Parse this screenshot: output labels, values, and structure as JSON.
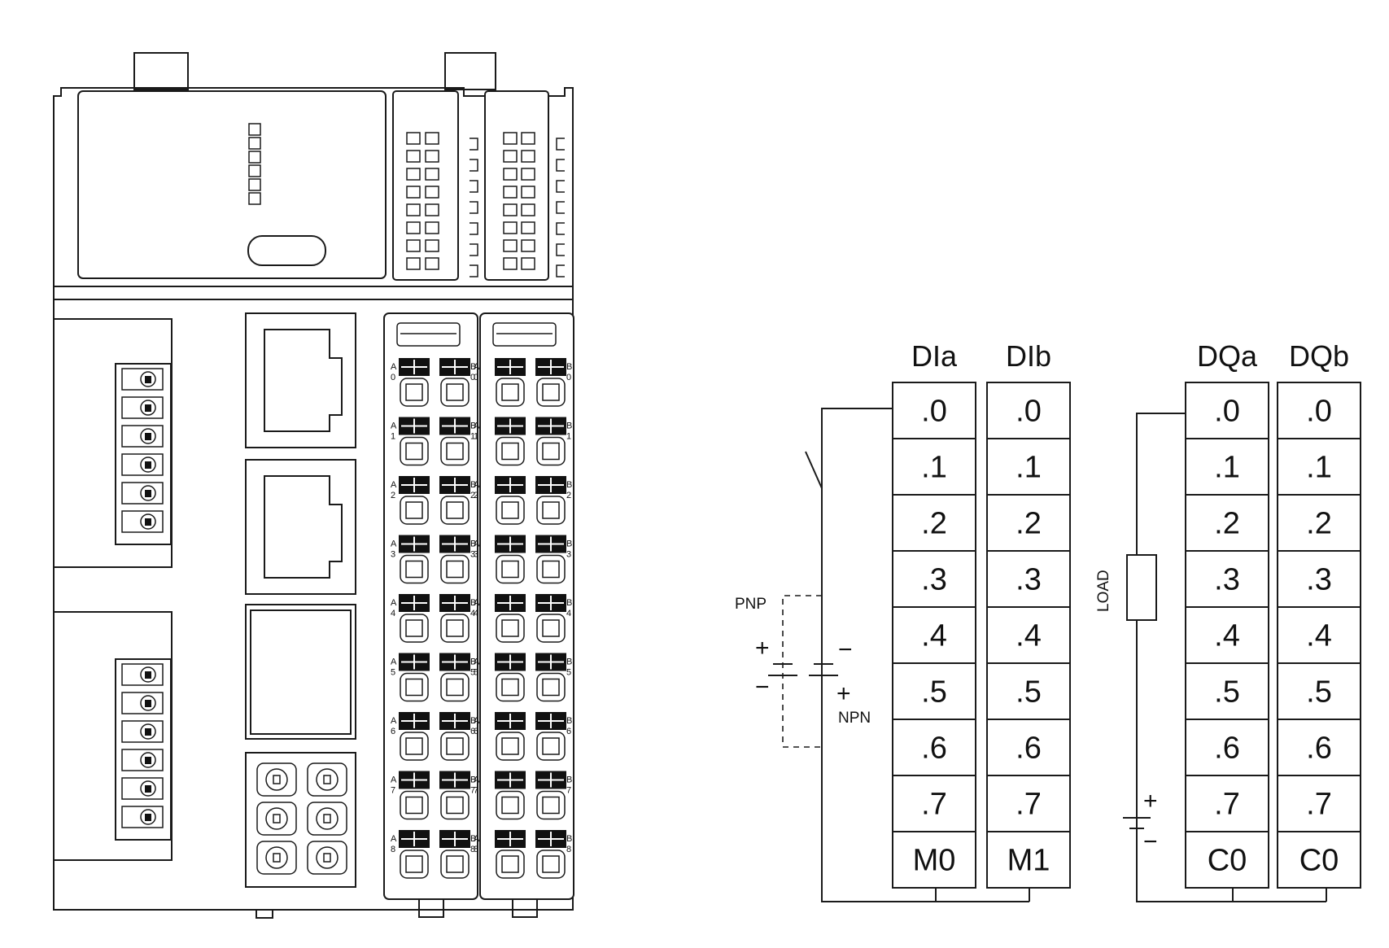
{
  "terminal_blocks": [
    {
      "header": "DIa",
      "cells": [
        ".0",
        ".1",
        ".2",
        ".3",
        ".4",
        ".5",
        ".6",
        ".7",
        "M0"
      ]
    },
    {
      "header": "DIb",
      "cells": [
        ".0",
        ".1",
        ".2",
        ".3",
        ".4",
        ".5",
        ".6",
        ".7",
        "M1"
      ]
    },
    {
      "header": "DQa",
      "cells": [
        ".0",
        ".1",
        ".2",
        ".3",
        ".4",
        ".5",
        ".6",
        ".7",
        "C0"
      ]
    },
    {
      "header": "DQb",
      "cells": [
        ".0",
        ".1",
        ".2",
        ".3",
        ".4",
        ".5",
        ".6",
        ".7",
        "C0"
      ]
    }
  ],
  "wiring_labels": {
    "pnp": "PNP",
    "npn": "NPN",
    "load": "LOAD",
    "plus": "+",
    "minus": "−"
  },
  "device": {
    "connector_row_labels": [
      "0",
      "1",
      "2",
      "3",
      "4",
      "5",
      "6",
      "7",
      "8"
    ],
    "side_a": "A",
    "side_b": "B"
  }
}
